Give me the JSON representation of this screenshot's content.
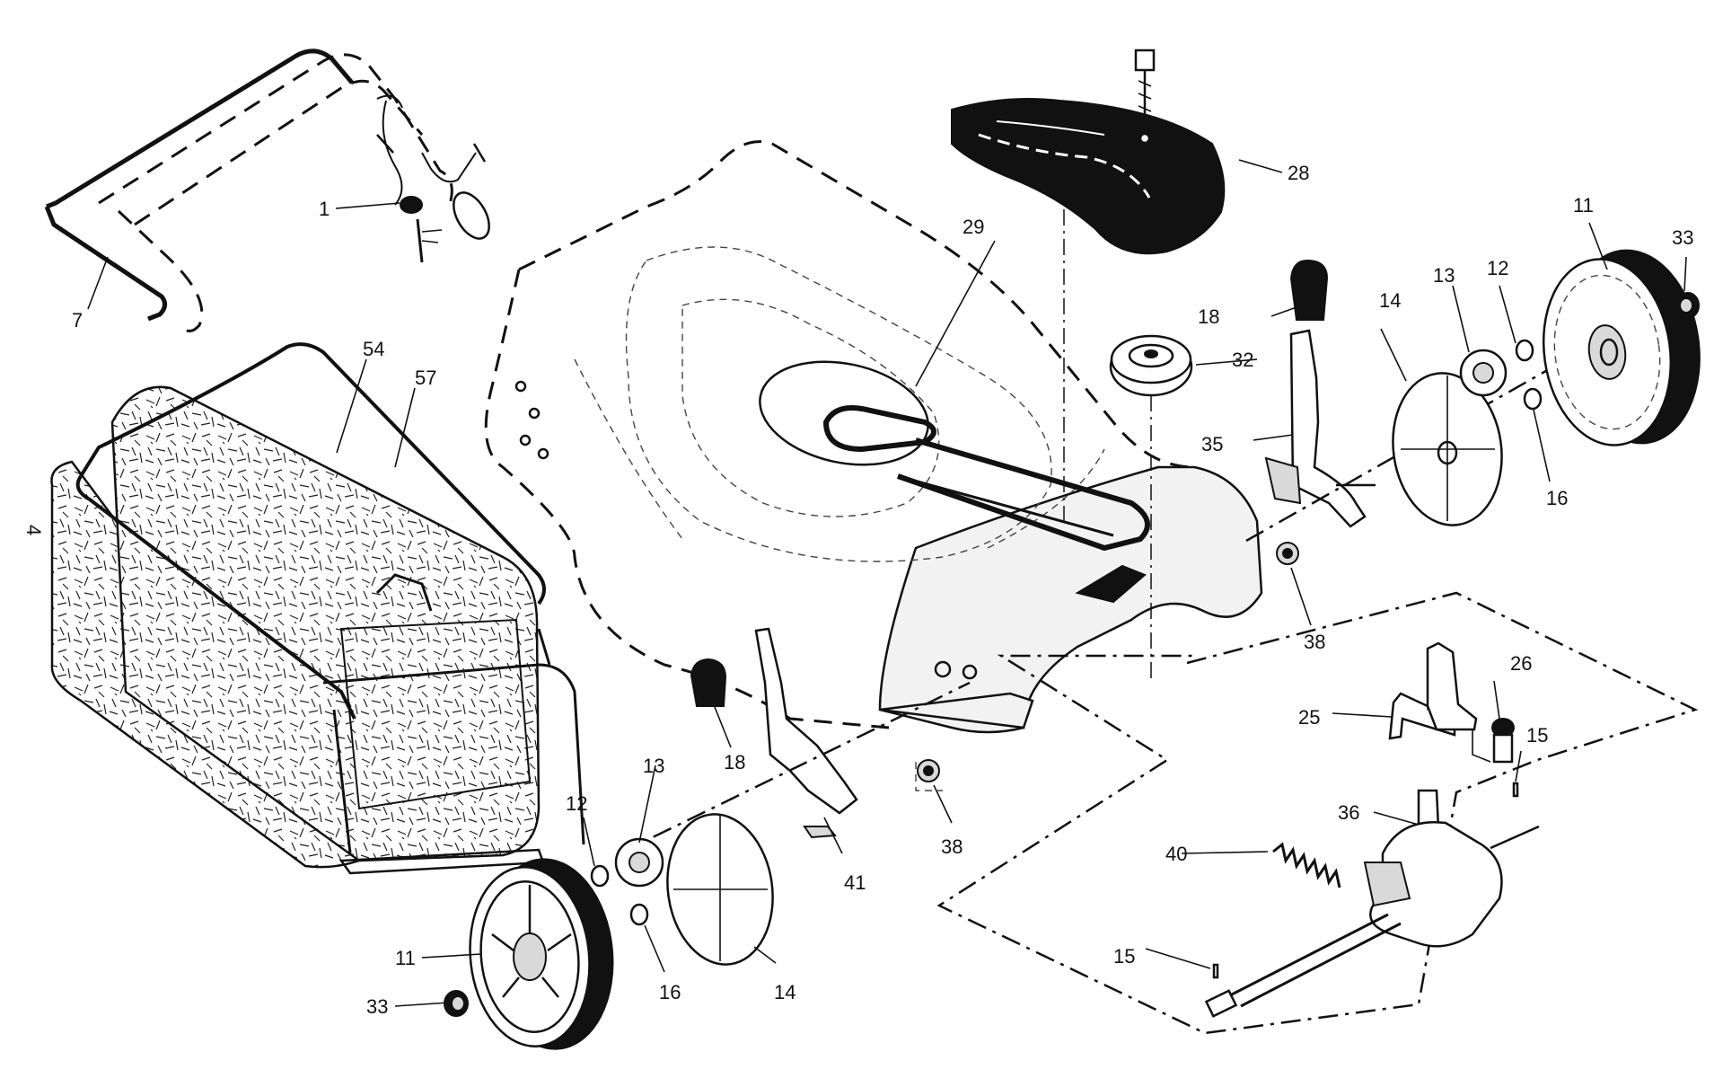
{
  "labels": {
    "p1": "1",
    "p4": "4",
    "p7": "7",
    "p11a": "11",
    "p11b": "11",
    "p12a": "12",
    "p12b": "12",
    "p13a": "13",
    "p13b": "13",
    "p14a": "14",
    "p14b": "14",
    "p15a": "15",
    "p15b": "15",
    "p16a": "16",
    "p16b": "16",
    "p18a": "18",
    "p18b": "18",
    "p25": "25",
    "p26": "26",
    "p28": "28",
    "p29": "29",
    "p32": "32",
    "p33a": "33",
    "p33b": "33",
    "p35": "35",
    "p36": "36",
    "p38a": "38",
    "p38b": "38",
    "p40": "40",
    "p41": "41",
    "p54": "54",
    "p57": "57"
  }
}
